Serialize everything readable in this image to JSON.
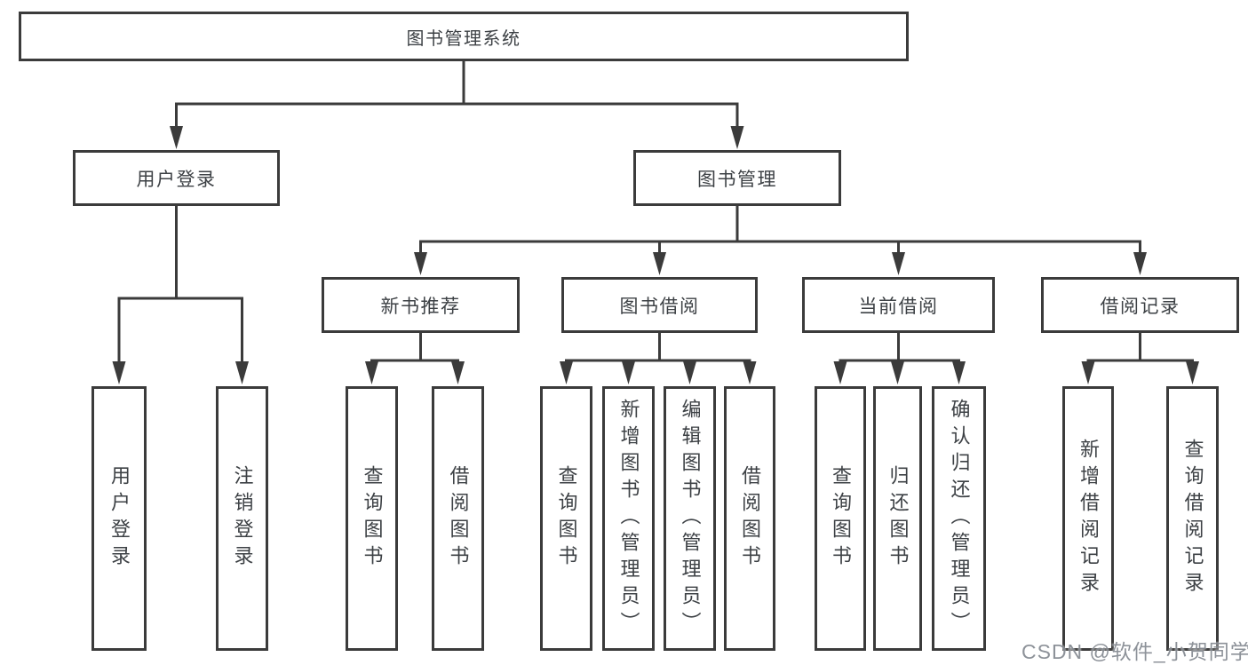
{
  "diagram_title": "图书管理系统",
  "nodes": {
    "root": {
      "label": "图书管理系统"
    },
    "l2": [
      {
        "label": "用户登录"
      },
      {
        "label": "图书管理"
      }
    ],
    "l3": [
      {
        "label": "新书推荐",
        "parent": "图书管理"
      },
      {
        "label": "图书借阅",
        "parent": "图书管理"
      },
      {
        "label": "当前借阅",
        "parent": "图书管理"
      },
      {
        "label": "借阅记录",
        "parent": "图书管理"
      }
    ],
    "leaves": [
      {
        "label": "用户登录",
        "parent": "用户登录"
      },
      {
        "label": "注销登录",
        "parent": "用户登录"
      },
      {
        "label": "查询图书",
        "parent": "新书推荐"
      },
      {
        "label": "借阅图书",
        "parent": "新书推荐"
      },
      {
        "label": "查询图书",
        "parent": "图书借阅"
      },
      {
        "label": "新增图书（管理员）",
        "parent": "图书借阅"
      },
      {
        "label": "编辑图书（管理员）",
        "parent": "图书借阅"
      },
      {
        "label": "借阅图书",
        "parent": "图书借阅"
      },
      {
        "label": "查询图书",
        "parent": "当前借阅"
      },
      {
        "label": "归还图书",
        "parent": "当前借阅"
      },
      {
        "label": "确认归还（管理员）",
        "parent": "当前借阅"
      },
      {
        "label": "新增借阅记录",
        "parent": "借阅记录"
      },
      {
        "label": "查询借阅记录",
        "parent": "借阅记录"
      }
    ]
  },
  "watermark": {
    "text": "CSDN @软件_小贺同学"
  },
  "colors": {
    "line": "#3b3b3b",
    "text": "#3d4145",
    "background": "#ffffff",
    "watermark": "#7d838b"
  }
}
